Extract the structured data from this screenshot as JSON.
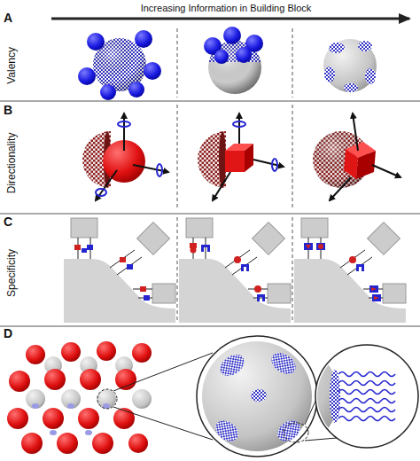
{
  "diagram": {
    "labels": [
      "Increasing Information in Building Block",
      "A",
      "Valency",
      "B",
      "Directionality",
      "C",
      "Specificity",
      "D"
    ]
  }
}
